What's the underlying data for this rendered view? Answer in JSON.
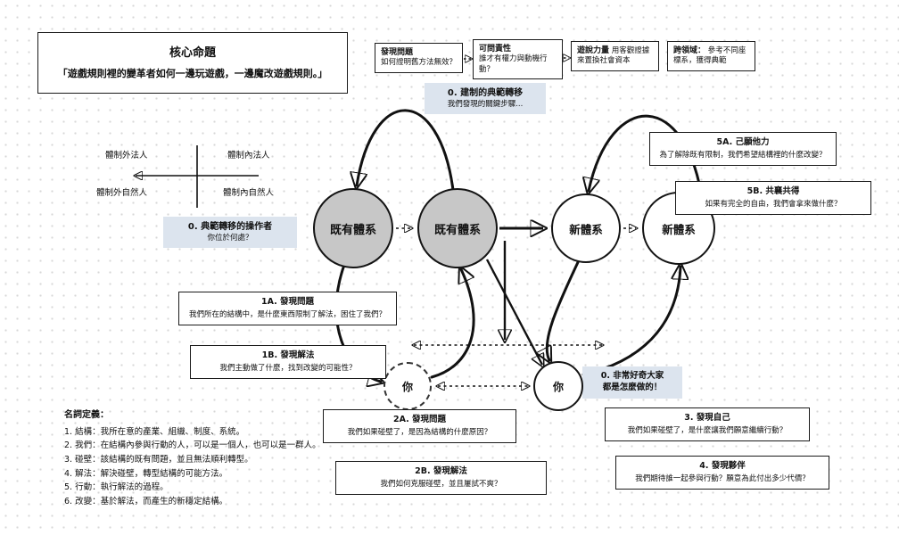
{
  "core_proposition": {
    "title": "核心命題",
    "body": "「遊戲規則裡的變革者如何一邊玩遊戲，一邊魔改遊戲規則。」"
  },
  "top_flow": [
    {
      "title": "發現問題",
      "body": "如何證明舊方法無效？"
    },
    {
      "title": "可問責性",
      "body": "誰才有權力與動機行動？"
    },
    {
      "title": "遊說力量",
      "body": "用客觀證據來置換社會資本"
    },
    {
      "title": "跨領域：",
      "body": "參考不同座標系，獲得典範"
    }
  ],
  "paradigm_shift": {
    "title": "0. 建制的典範轉移",
    "body": "我們發現的關鍵步驟..."
  },
  "quadrant": {
    "top_left": "體制外法人",
    "top_right": "體制內法人",
    "bottom_left": "體制外自然人",
    "bottom_right": "體制內自然人"
  },
  "operator": {
    "title": "0. 典範轉移的操作者",
    "body": "你位於何處？"
  },
  "circles": {
    "existing_1": "既有體系",
    "existing_2": "既有體系",
    "new_1": "新體系",
    "new_2": "新體系",
    "you_dotted": "你",
    "you_solid": "你"
  },
  "curious_note": {
    "title": "0. 非常好奇大家",
    "body": "都是怎麼做的！"
  },
  "callouts": {
    "q1a": {
      "title": "1A. 發現問題",
      "body": "我們所在的結構中，是什麼東西限制了解法，困住了我們？"
    },
    "q1b": {
      "title": "1B. 發現解法",
      "body": "我們主動做了什麼，找到改變的可能性？"
    },
    "q2a": {
      "title": "2A. 發現問題",
      "body": "我們如果碰壁了，是因為結構的什麼原因？"
    },
    "q2b": {
      "title": "2B. 發現解法",
      "body": "我們如何克服碰壁，並且屢試不爽？"
    },
    "q3": {
      "title": "3. 發現自己",
      "body": "我們如果碰壁了，是什麼讓我們願意繼續行動？"
    },
    "q4": {
      "title": "4. 發現夥伴",
      "body": "我們期待誰一起參與行動？願意為此付出多少代價？"
    },
    "q5a": {
      "title": "5A. 己願他力",
      "body": "為了解除既有限制，我們希望結構裡的什麼改變？"
    },
    "q5b": {
      "title": "5B. 共襄共得",
      "body": "如果有完全的自由，我們會拿來做什麼？"
    }
  },
  "definitions": {
    "title": "名詞定義：",
    "items": [
      "1. 結構：我所在意的產業、組織、制度、系統。",
      "2. 我們：在結構內參與行動的人，可以是一個人，也可以是一群人。",
      "3. 碰壁：該結構的既有問題，並且無法順利轉型。",
      "4. 解法：解決碰壁，轉型結構的可能方法。",
      "5. 行動：執行解法的過程。",
      "6. 改變：基於解法，而產生的新穩定結構。"
    ]
  },
  "colors": {
    "highlight_bg": "#dce4ee",
    "circle_gray": "#c7c7c7"
  }
}
